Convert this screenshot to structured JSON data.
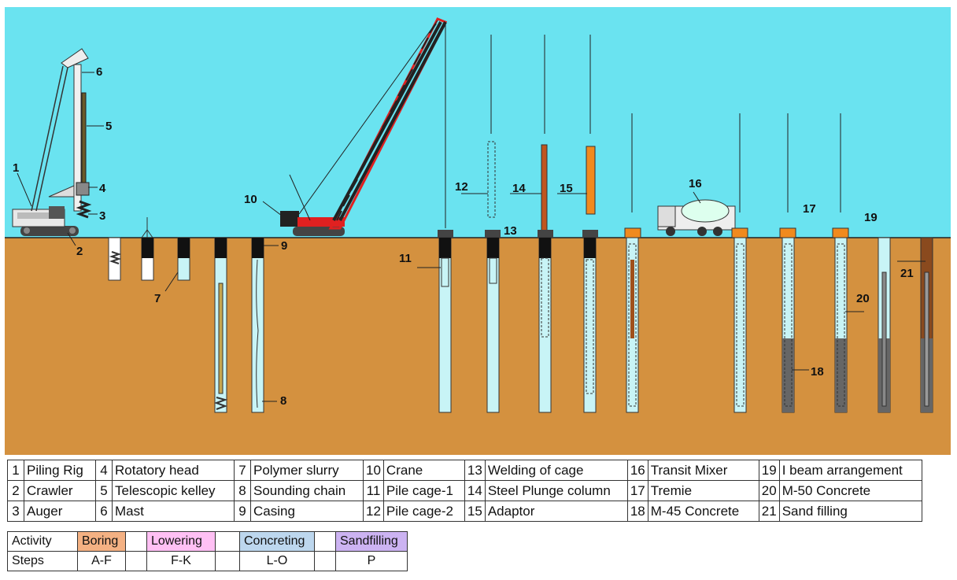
{
  "labels": {
    "l1": "1",
    "l2": "2",
    "l3": "3",
    "l4": "4",
    "l5": "5",
    "l6": "6",
    "l7": "7",
    "l8": "8",
    "l9": "9",
    "l10": "10",
    "l11": "11",
    "l12": "12",
    "l13": "13",
    "l14": "14",
    "l15": "15",
    "l16": "16",
    "l17": "17",
    "l18": "18",
    "l19": "19",
    "l20": "20",
    "l21": "21"
  },
  "legend": [
    {
      "n": "1",
      "t": "Piling Rig"
    },
    {
      "n": "4",
      "t": "Rotatory head"
    },
    {
      "n": "7",
      "t": "Polymer slurry"
    },
    {
      "n": "10",
      "t": "Crane"
    },
    {
      "n": "13",
      "t": "Welding of cage"
    },
    {
      "n": "16",
      "t": "Transit Mixer"
    },
    {
      "n": "19",
      "t": "I beam arrangement"
    },
    {
      "n": "2",
      "t": "Crawler"
    },
    {
      "n": "5",
      "t": "Telescopic kelley"
    },
    {
      "n": "8",
      "t": "Sounding chain"
    },
    {
      "n": "11",
      "t": "Pile cage-1"
    },
    {
      "n": "14",
      "t": "Steel Plunge column"
    },
    {
      "n": "17",
      "t": "Tremie"
    },
    {
      "n": "20",
      "t": "M-50 Concrete"
    },
    {
      "n": "3",
      "t": "Auger"
    },
    {
      "n": "6",
      "t": "Mast"
    },
    {
      "n": "9",
      "t": "Casing"
    },
    {
      "n": "12",
      "t": "Pile cage-2"
    },
    {
      "n": "15",
      "t": "Adaptor"
    },
    {
      "n": "18",
      "t": "M-45 Concrete"
    },
    {
      "n": "21",
      "t": "Sand filling"
    }
  ],
  "steps": {
    "activity_label": "Activity",
    "steps_label": "Steps",
    "boring": "Boring",
    "boring_steps": "A-F",
    "lowering": "Lowering",
    "lowering_steps": "F-K",
    "concreting": "Concreting",
    "concreting_steps": "L-O",
    "sandfilling": "Sandfilling",
    "sandfilling_steps": "P"
  },
  "colors": {
    "sky": "#6ae3f0",
    "soil": "#d4913f",
    "slurry": "#c8f4f6",
    "casing": "#111111",
    "boring": "#f4b183",
    "lowering": "#ffc0f4",
    "concreting": "#bdd7ee",
    "sandfilling": "#ccb3f2"
  }
}
